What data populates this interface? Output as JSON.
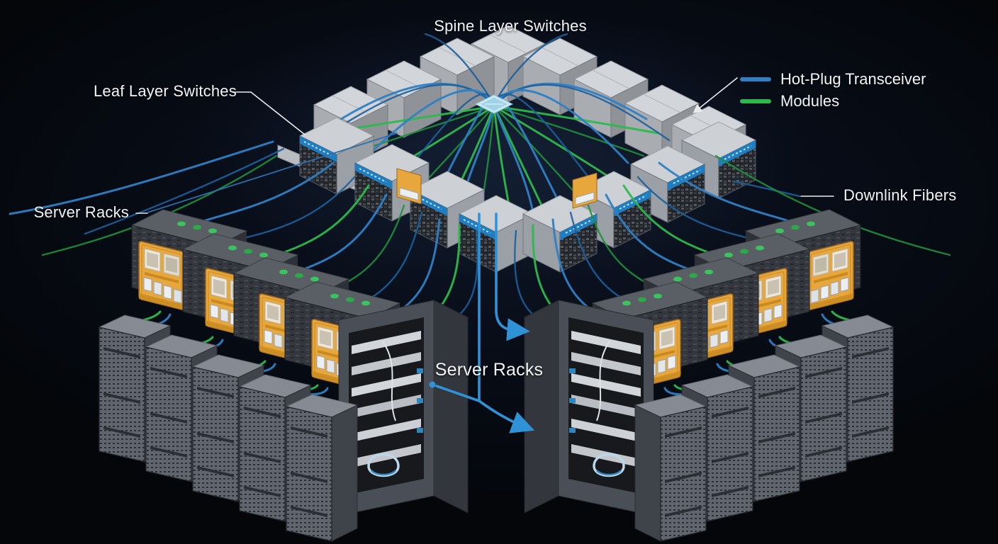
{
  "diagram": {
    "labels": {
      "spine": "Spine Layer Switches",
      "leaf": "Leaf Layer Switches",
      "server_racks_left": "Server Racks",
      "server_racks_center": "Server Racks",
      "downlink_fibers": "Downlink Fibers"
    },
    "legend": {
      "items": [
        {
          "label": "Hot-Plug Transceiver",
          "color": "#2e7fc4"
        },
        {
          "label": "Modules",
          "color": "#2db84c"
        }
      ]
    },
    "colors": {
      "background": "#070b14",
      "fiber_blue": "#2e7fc4",
      "fiber_green": "#2db84c",
      "arrow_blue": "#3092d6",
      "switch_gray": "#d2d5d9",
      "switch_stripe_blue": "#1f7ec2",
      "module_orange": "#e7a73d",
      "rack_gray": "#565b63",
      "label_text": "#f2f4f6"
    }
  }
}
